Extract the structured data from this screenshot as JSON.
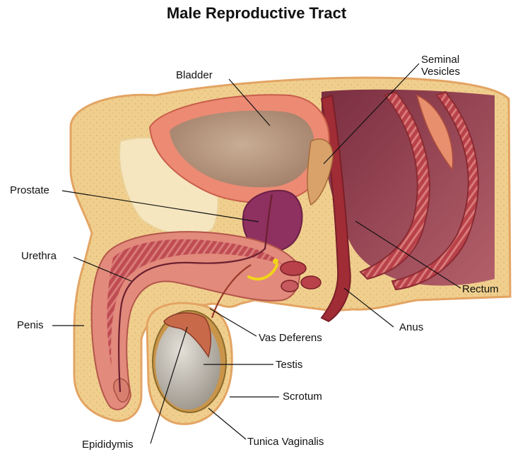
{
  "title": "Male Reproductive Tract",
  "labels": {
    "bladder": "Bladder",
    "seminal_vesicles": "Seminal\nVesicles",
    "prostate": "Prostate",
    "urethra": "Urethra",
    "penis": "Penis",
    "rectum": "Rectum",
    "anus": "Anus",
    "vas_deferens": "Vas Deferens",
    "testis": "Testis",
    "scrotum": "Scrotum",
    "epididymis": "Epididymis",
    "tunica_vaginalis": "Tunica Vaginalis"
  },
  "colors": {
    "fat_tissue": "#f0cf8e",
    "skin_outline": "#e3a463",
    "muscle_red": "#a8333a",
    "bladder_wall": "#ec8a74",
    "bladder_inside": "#b99a82",
    "prostate": "#8e3060",
    "rectum_inside": "#8b3a4e",
    "testis": "#c9c4bb",
    "urethra_yellow": "#f2d41a"
  }
}
